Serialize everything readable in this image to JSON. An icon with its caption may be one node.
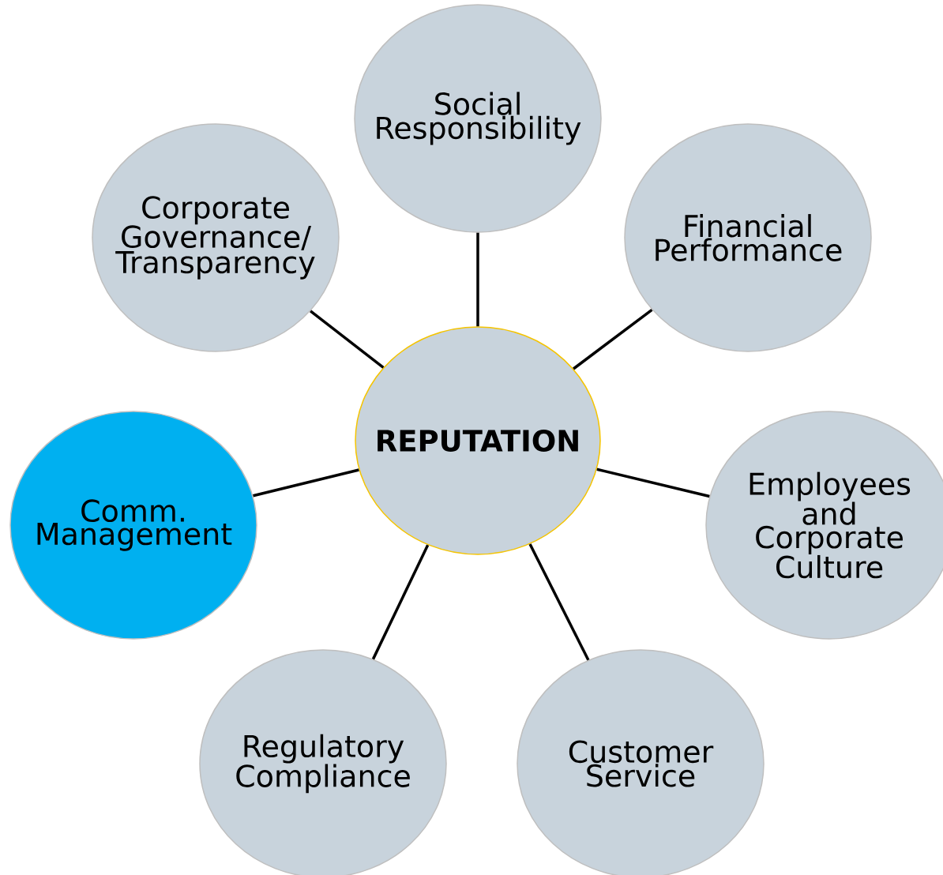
{
  "diagram": {
    "nodes": [
      {
        "text": [
          "Social Responsibility"
        ]
      },
      {
        "text": [
          "Corporate Governance/ Transparency"
        ]
      },
      {
        "text": [
          "Financial Performance"
        ]
      },
      {
        "text": [
          "**REPUTATION**"
        ]
      },
      {
        "text": [
          "Comm. Management"
        ]
      },
      {
        "text": [
          "Employees and Corporate Culture"
        ]
      },
      {
        "text": [
          "Regulatory Compliance"
        ]
      },
      {
        "text": [
          "Customer Service"
        ]
      }
    ],
    "edges": [
      {
        "from": 3,
        "to": 0,
        "arrow": "none"
      },
      {
        "from": 3,
        "to": 1,
        "arrow": "none"
      },
      {
        "from": 3,
        "to": 2,
        "arrow": "none"
      },
      {
        "from": 3,
        "to": 4,
        "arrow": "none"
      },
      {
        "from": 3,
        "to": 5,
        "arrow": "none"
      },
      {
        "from": 3,
        "to": 6,
        "arrow": "none"
      },
      {
        "from": 3,
        "to": 7,
        "arrow": "none"
      }
    ]
  }
}
